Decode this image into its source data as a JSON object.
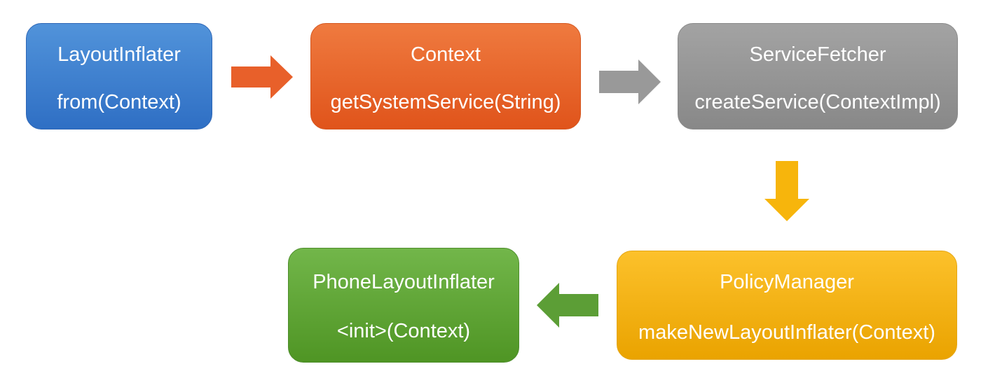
{
  "nodes": [
    {
      "id": "layout-inflater",
      "title": "LayoutInflater",
      "method": "from(Context)"
    },
    {
      "id": "context",
      "title": "Context",
      "method": "getSystemService(String)"
    },
    {
      "id": "service-fetcher",
      "title": "ServiceFetcher",
      "method": "createService(ContextImpl)"
    },
    {
      "id": "policy-manager",
      "title": "PolicyManager",
      "method": "makeNewLayoutInflater(Context)"
    },
    {
      "id": "phone-layout-inflater",
      "title": "PhoneLayoutInflater",
      "method": "<init>(Context)"
    }
  ],
  "edges": [
    {
      "from": "layout-inflater",
      "to": "context",
      "color": "#e8602a"
    },
    {
      "from": "context",
      "to": "service-fetcher",
      "color": "#999999"
    },
    {
      "from": "service-fetcher",
      "to": "policy-manager",
      "color": "#f7b50c"
    },
    {
      "from": "policy-manager",
      "to": "phone-layout-inflater",
      "color": "#5c9e36"
    }
  ],
  "colors": {
    "blue": "#3b7fd0",
    "orange": "#e8602a",
    "gray": "#999999",
    "yellow": "#f7b50c",
    "green": "#5c9e36"
  }
}
